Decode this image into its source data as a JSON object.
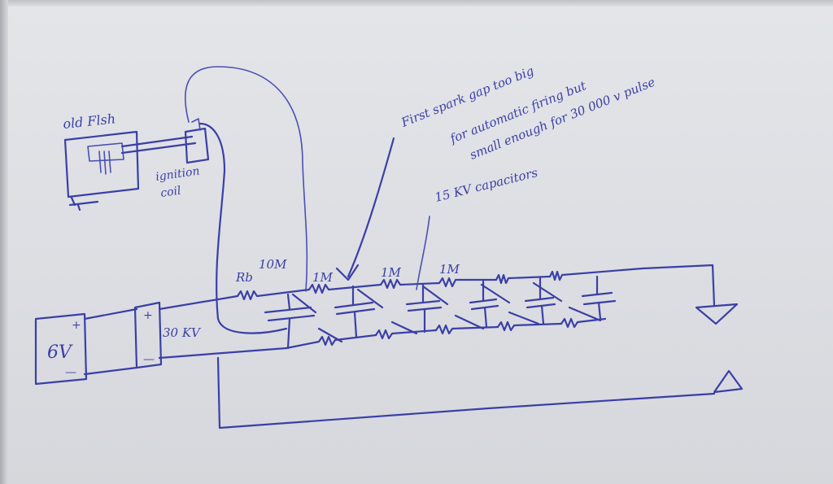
{
  "labels": {
    "old_flash": "old Flsh",
    "ignition": "ignition",
    "coil": "coil",
    "battery": "6V",
    "battery_plus": "+",
    "battery_minus": "—",
    "supply_plus": "+",
    "supply_minus": "—",
    "supply": "30 KV",
    "r_values": [
      "Rb",
      "10M"
    ],
    "r1": "1M",
    "r2": "1M",
    "r3": "1M",
    "note_line1": "First spark gap too big",
    "note_line2": "for automatic firing but",
    "note_line3": "small enough for 30 000 v pulse",
    "capacitor_note": "15 KV capacitors"
  },
  "colors": {
    "ink": "#3a3fa8",
    "paper": "#e2e3e7"
  }
}
